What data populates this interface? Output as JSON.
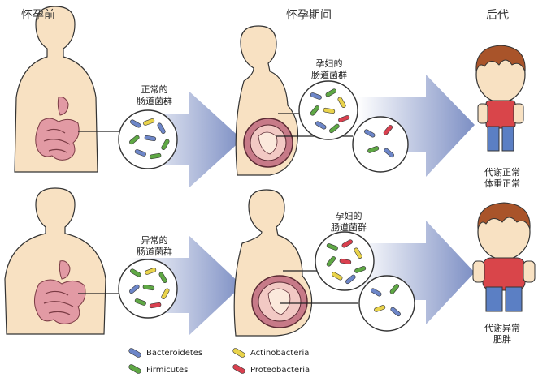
{
  "headers": {
    "before": "怀孕前",
    "during": "怀孕期间",
    "offspring": "后代"
  },
  "labels": {
    "normal_microbiota": [
      "正常的",
      "肠道菌群"
    ],
    "abnormal_microbiota": [
      "异常的",
      "肠道菌群"
    ],
    "pregnant_microbiota": [
      "孕妇的",
      "肠道菌群"
    ],
    "offspring_normal": [
      "代谢正常",
      "体重正常"
    ],
    "offspring_obese": [
      "代谢异常",
      "肥胖"
    ]
  },
  "legend": [
    {
      "name": "Bacteroidetes",
      "color": "#6d86c8"
    },
    {
      "name": "Firmicutes",
      "color": "#5fa845"
    },
    {
      "name": "Actinobacteria",
      "color": "#e9d34b"
    },
    {
      "name": "Proteobacteria",
      "color": "#d9404f"
    }
  ],
  "colors": {
    "skin": "#f8e1c2",
    "intestine": "#e29aa4",
    "arrow": "#7d8fc4",
    "shirt": "#d9454a",
    "pants": "#5b7fc4",
    "hair": "#a9542a"
  }
}
